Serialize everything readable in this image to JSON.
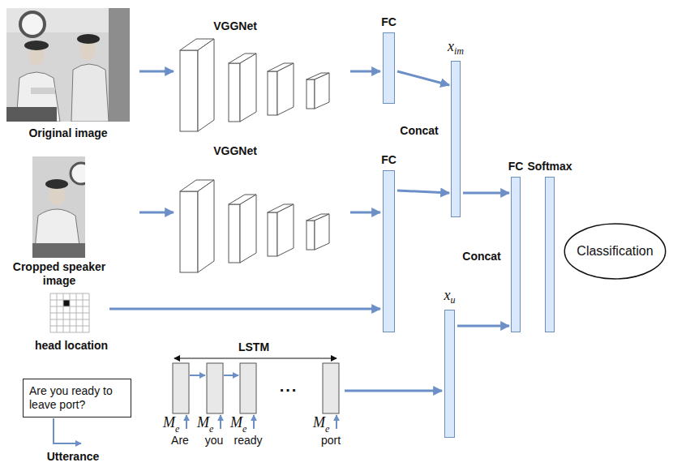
{
  "diagram": {
    "nodes": [
      {
        "text": [
          "FC"
        ]
      },
      {
        "text": [
          "x",
          "im"
        ]
      },
      {
        "text": [
          "FC"
        ]
      },
      {
        "text": [
          "FC"
        ]
      },
      {
        "text": [
          "Softmax"
        ]
      },
      {
        "text": [
          "Classification"
        ]
      },
      {
        "text": [
          "x",
          "u"
        ]
      },
      {
        "text": [
          "Are you ready to leave port?"
        ]
      }
    ],
    "edges": [
      {
        "from": 0,
        "to": 1,
        "arrow": "to"
      },
      {
        "from": 2,
        "to": 1,
        "arrow": "to"
      },
      {
        "from": 1,
        "to": 3,
        "arrow": "to"
      },
      {
        "from": 6,
        "to": 3,
        "arrow": "to"
      }
    ],
    "labels": [
      "VGGNet",
      "Original image",
      "Concat",
      "VGGNet",
      "Cropped speaker image",
      "head location",
      "Concat",
      "LSTM",
      "...",
      "Utterance",
      "M",
      "e",
      "M",
      "e",
      "M",
      "e",
      "M",
      "e",
      "Are",
      "you",
      "ready",
      "port"
    ]
  }
}
